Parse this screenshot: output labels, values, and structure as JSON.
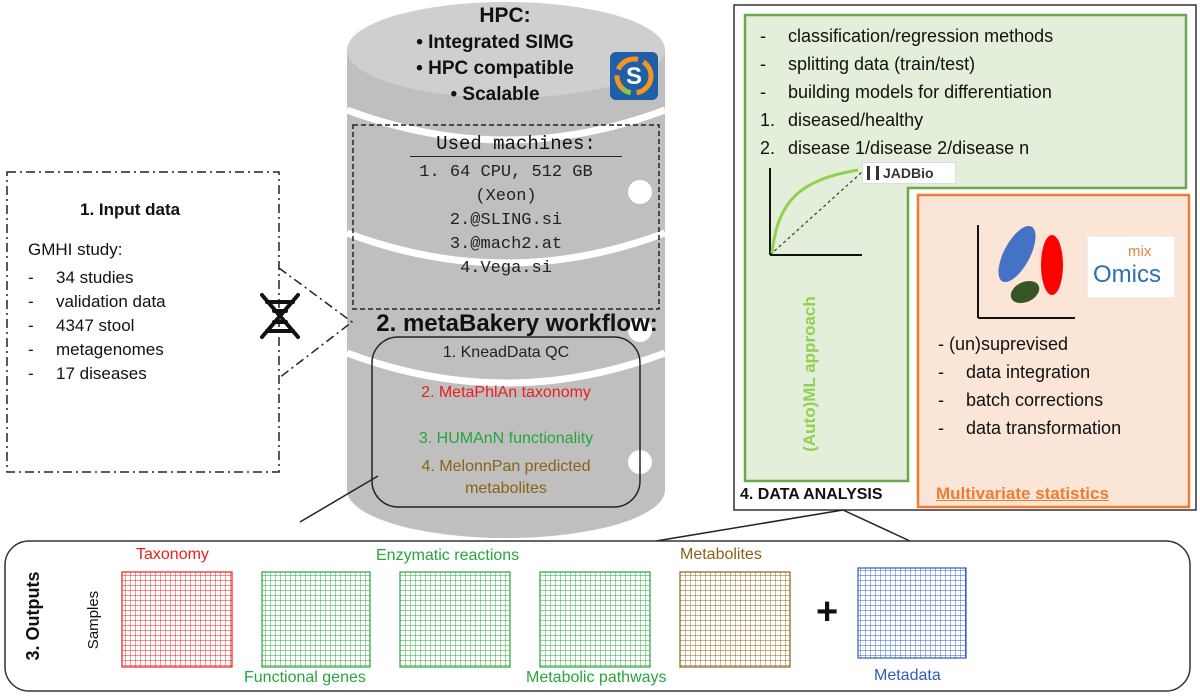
{
  "hpc": {
    "title": "HPC:",
    "bullets": [
      "Integrated SIMG",
      "HPC compatible",
      "Scalable"
    ],
    "machines_title": "Used machines:",
    "machines": [
      "1. 64 CPU, 512 GB",
      "(Xeon)",
      "2.@SLING.si",
      "3.@mach2.at",
      "4.Vega.si"
    ],
    "logo_letter": "S"
  },
  "input": {
    "title": "1. Input data",
    "subtitle": "GMHI study:",
    "items": [
      "34 studies",
      "validation data",
      "4347 stool",
      "metagenomes",
      "17 diseases"
    ]
  },
  "workflow": {
    "title": "2. metaBakery workflow:",
    "steps": [
      {
        "label": "1. KneadData QC",
        "color": "#222222"
      },
      {
        "label": "2. MetaPhlAn taxonomy",
        "color": "#e8201e"
      },
      {
        "label": "3. HUMAnN functionality",
        "color": "#27a53a"
      },
      {
        "label": "4. MelonnPan predicted",
        "color": "#8a6118"
      },
      {
        "label": "metabolites",
        "color": "#8a6118"
      }
    ]
  },
  "analysis": {
    "ml_items": [
      "classification/regression methods",
      "splitting data (train/test)",
      "building models for differentiation"
    ],
    "ml_numbered": [
      "diseased/healthy",
      "disease 1/disease 2/disease n"
    ],
    "ml_numbers": [
      "1.",
      "2."
    ],
    "jadbio": "JADBio",
    "automl_label": "(Auto)ML approach",
    "section_title": "4. DATA ANALYSIS",
    "mv_title": "Multivariate statistics",
    "mv_first": "- (un)suprevised",
    "mv_items": [
      "data integration",
      "batch corrections",
      "data transformation"
    ],
    "mixomics_top": "mix",
    "mixomics_main": "Omics"
  },
  "outputs": {
    "title": "3. Outputs",
    "samples": "Samples",
    "plus": "+",
    "labels": {
      "taxonomy": "Taxonomy",
      "enzymatic": "Enzymatic reactions",
      "metabolites": "Metabolites",
      "functional": "Functional genes",
      "pathways": "Metabolic pathways",
      "metadata": "Metadata"
    },
    "colors": {
      "red": "#e8201e",
      "green": "#27a53a",
      "brown": "#8a6118",
      "blue": "#2f5bbf"
    }
  },
  "colors": {
    "cylinder": "#bfbfbf",
    "cylinder_top": "#d0d0d0",
    "analysis_green_bg": "#e3eedb",
    "analysis_green_border": "#6aa84f",
    "mv_bg": "#fbe5d6",
    "mv_border": "#ed7d31"
  }
}
